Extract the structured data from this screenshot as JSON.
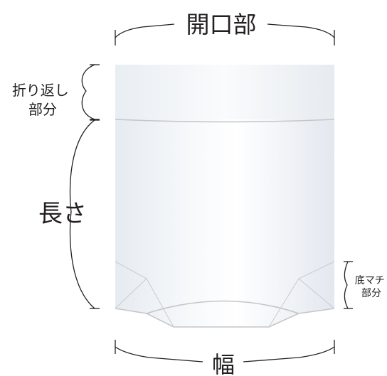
{
  "diagram": {
    "labels": {
      "opening": "開口部",
      "fold_back": [
        "折り返し",
        "部分"
      ],
      "length": "長さ",
      "bottom_gusset": [
        "底マチ",
        "部分"
      ],
      "width": "幅"
    },
    "colors": {
      "line": "#231f20",
      "bag_outline": "#c4c6c8",
      "bag_fill_light": "#ffffff",
      "bag_fill_tint": "#e3e9f0"
    }
  }
}
